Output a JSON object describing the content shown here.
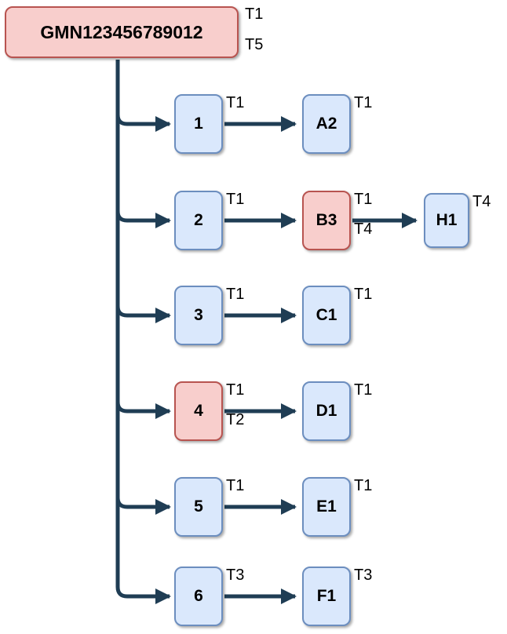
{
  "diagram": {
    "root": {
      "label": "GMN123456789012",
      "color": "red",
      "tags": [
        "T1",
        "T5"
      ]
    },
    "rows": [
      {
        "source": {
          "label": "1",
          "color": "blue",
          "tags": [
            "T1"
          ]
        },
        "target": {
          "label": "A2",
          "color": "blue",
          "tags": [
            "T1"
          ]
        }
      },
      {
        "source": {
          "label": "2",
          "color": "blue",
          "tags": [
            "T1"
          ]
        },
        "target": {
          "label": "B3",
          "color": "red",
          "tags": [
            "T1",
            "T4"
          ]
        },
        "target2": {
          "label": "H1",
          "color": "blue",
          "tags": [
            "T4"
          ]
        }
      },
      {
        "source": {
          "label": "3",
          "color": "blue",
          "tags": [
            "T1"
          ]
        },
        "target": {
          "label": "C1",
          "color": "blue",
          "tags": [
            "T1"
          ]
        }
      },
      {
        "source": {
          "label": "4",
          "color": "red",
          "tags": [
            "T1",
            "T2"
          ]
        },
        "target": {
          "label": "D1",
          "color": "blue",
          "tags": [
            "T1"
          ]
        }
      },
      {
        "source": {
          "label": "5",
          "color": "blue",
          "tags": [
            "T1"
          ]
        },
        "target": {
          "label": "E1",
          "color": "blue",
          "tags": [
            "T1"
          ]
        }
      },
      {
        "source": {
          "label": "6",
          "color": "blue",
          "tags": [
            "T3"
          ]
        },
        "target": {
          "label": "F1",
          "color": "blue",
          "tags": [
            "T3"
          ]
        }
      }
    ],
    "colors": {
      "node_blue_fill": "#dae8fc",
      "node_blue_border": "#6c8ebf",
      "node_red_fill": "#f8cecc",
      "node_red_border": "#b85450",
      "connector": "#1f3d54",
      "text": "#000000",
      "background": "#ffffff"
    }
  }
}
